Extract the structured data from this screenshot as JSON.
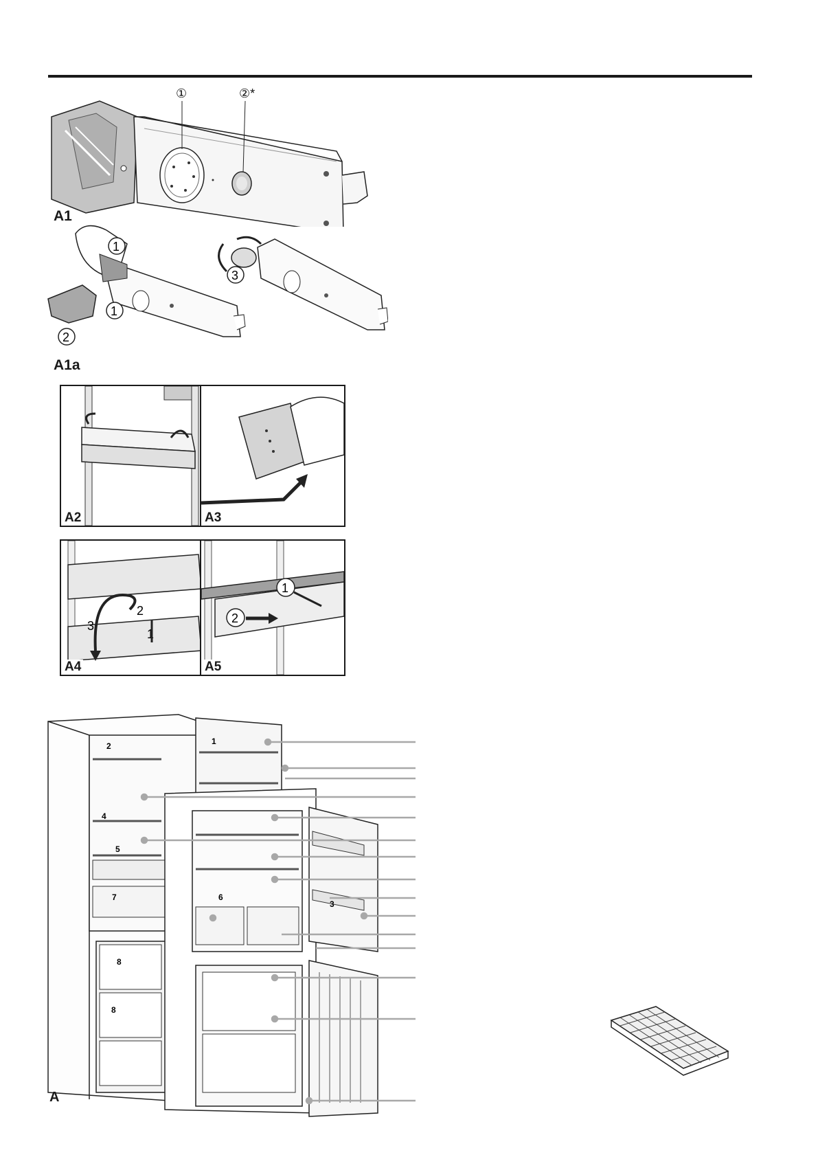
{
  "figures": {
    "a1": {
      "label": "A1",
      "callouts": [
        "①",
        "②*"
      ]
    },
    "a1a": {
      "label": "A1a",
      "steps": [
        "1",
        "1",
        "2",
        "3"
      ]
    },
    "a2": {
      "label": "A2"
    },
    "a3": {
      "label": "A3"
    },
    "a4": {
      "label": "A4",
      "steps": [
        "1",
        "2",
        "3"
      ]
    },
    "a5": {
      "label": "A5",
      "steps": [
        "1",
        "2"
      ]
    },
    "a": {
      "label": "A",
      "part_numbers": [
        "1",
        "2",
        "3",
        "4",
        "5",
        "6",
        "7",
        "8",
        "8"
      ]
    }
  }
}
